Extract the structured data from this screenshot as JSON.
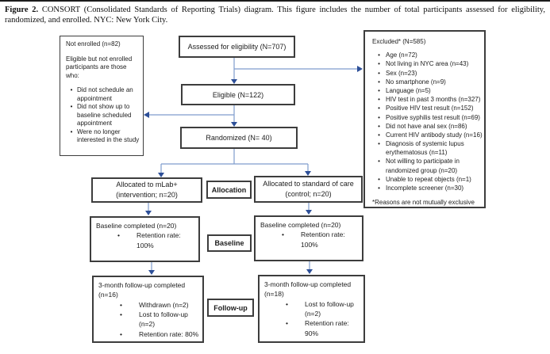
{
  "caption": {
    "label": "Figure 2.",
    "text": " CONSORT (Consolidated Standards of Reporting Trials) diagram. This figure includes the number of total participants assessed for eligibility, randomized, and enrolled. NYC: New York City."
  },
  "colors": {
    "arrow_line": "#7f9ccd",
    "arrow_head": "#2d4f98",
    "box_border": "#3d3d3d",
    "top_rule": "#1c1c1c"
  },
  "flow": {
    "assessed": "Assessed for eligibility (N=707)",
    "eligible": "Eligible (N=122)",
    "randomized": "Randomized (N= 40)"
  },
  "not_enrolled": {
    "title": "Not enrolled (n=82)",
    "subtitle": "Eligible but not enrolled participants are those who:",
    "items": [
      "Did not schedule an appointment",
      "Did not show up to baseline scheduled appointment",
      "Were no longer interested in the study"
    ]
  },
  "excluded": {
    "title": "Excluded* (N=585)",
    "items": [
      "Age (n=72)",
      "Not living in NYC area (n=43)",
      "Sex (n=23)",
      "No smartphone (n=9)",
      "Language (n=5)",
      "HIV test in past 3 months (n=327)",
      "Positive HIV test result (n=152)",
      "Positive syphilis test result (n=69)",
      "Did not have anal sex (n=86)",
      "Current HIV antibody study (n=16)",
      "Diagnosis of systemic lupus erythematosus (n=11)",
      "Not willing to participate in randomized group (n=20)",
      "Unable to repeat objects (n=1)",
      "Incomplete screener (n=30)"
    ],
    "footnote": "*Reasons are not mutually exclusive"
  },
  "stages": {
    "allocation": {
      "label": "Allocation",
      "left": {
        "line1": "Allocated to mLab+",
        "line2": "(intervention; n=20)"
      },
      "right": {
        "line1": "Allocated to standard of care",
        "line2": "(control; n=20)"
      }
    },
    "baseline": {
      "label": "Baseline",
      "left": {
        "title": "Baseline completed (n=20)",
        "items": [
          "Retention rate: 100%"
        ]
      },
      "right": {
        "title": "Baseline completed (n=20)",
        "items": [
          "Retention rate: 100%"
        ]
      }
    },
    "followup": {
      "label": "Follow-up",
      "left": {
        "title": "3-month follow-up completed (n=16)",
        "items": [
          "Withdrawn (n=2)",
          "Lost to follow-up (n=2)",
          "Retention rate: 80%"
        ]
      },
      "right": {
        "title": "3-month follow-up completed (n=18)",
        "items": [
          "Lost to follow-up (n=2)",
          "Retention rate: 90%"
        ]
      }
    }
  }
}
